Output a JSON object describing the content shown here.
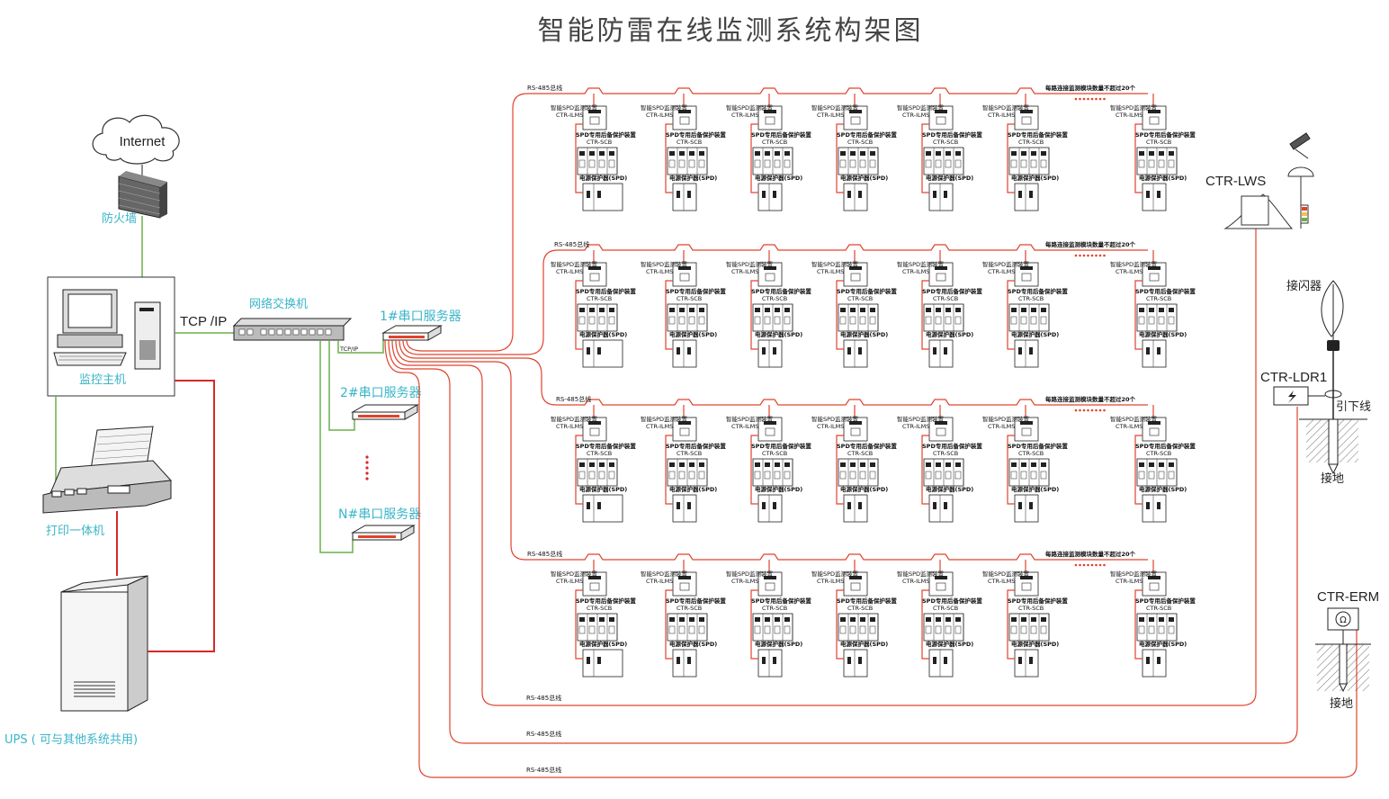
{
  "title": "智能防雷在线监测系统构架图",
  "colors": {
    "bus": "#e0432d",
    "network": "#6ab04c",
    "power": "#d62828",
    "label": "#39b5c9"
  },
  "left": {
    "internet": "Internet",
    "firewall": "防火墙",
    "host": "监控主机",
    "printer": "打印一体机",
    "ups": "UPS ( 可与其他系统共用)"
  },
  "network": {
    "tcpip_main": "TCP /IP",
    "tcpip_small": "TCP/IP",
    "switch": "网络交换机",
    "servers": [
      "1#串口服务器",
      "2#串口服务器",
      "N#串口服务器"
    ]
  },
  "grid": {
    "bus_label": "RS-485总线",
    "limit_note": "每路连接监测模块数量不超过20个",
    "module_top_label": "智能SPD监测装置",
    "module_top_model": "CTR-ILMS",
    "module_mid_label": "SPD专用后备保护装置",
    "module_mid_model": "CTR-SCB",
    "module_bot_label": "电源保护器(SPD)"
  },
  "right": {
    "lws": "CTR-LWS",
    "lightning_rod": "接闪器",
    "ldr": "CTR-LDR1",
    "down_conductor": "引下线",
    "ground1": "接地",
    "erm": "CTR-ERM",
    "ground2": "接地"
  },
  "bottom_buses": [
    "RS-485总线",
    "RS-485总线",
    "RS-485总线"
  ]
}
